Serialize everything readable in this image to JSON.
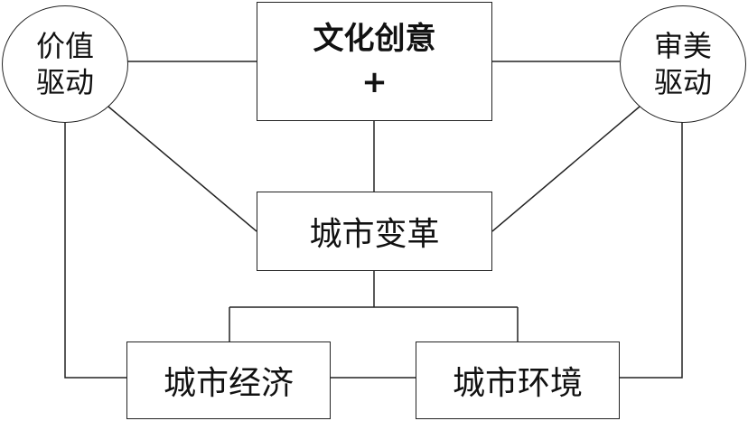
{
  "nodes": {
    "top": {
      "line1": "文化创意",
      "line2": "+"
    },
    "center": {
      "label": "城市变革"
    },
    "left_circle": {
      "line1": "价值",
      "line2": "驱动"
    },
    "right_circle": {
      "line1": "审美",
      "line2": "驱动"
    },
    "bottom_left": {
      "label": "城市经济"
    },
    "bottom_right": {
      "label": "城市环境"
    }
  },
  "colors": {
    "stroke": "#222222",
    "background": "#ffffff",
    "text": "#111111"
  }
}
